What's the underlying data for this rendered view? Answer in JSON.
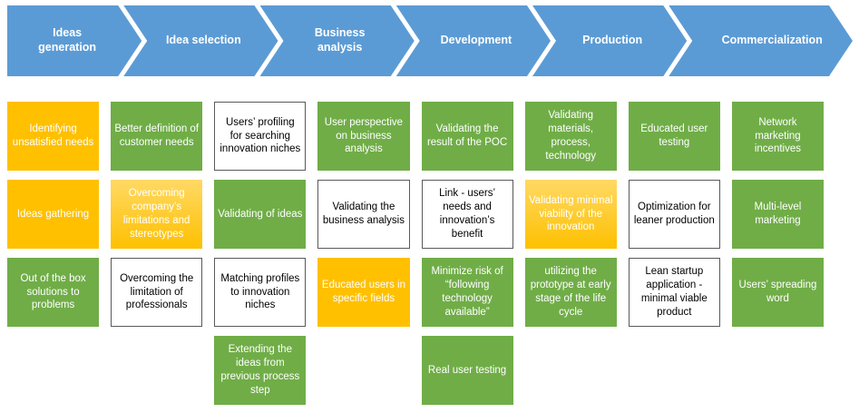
{
  "palette": {
    "step_blue": "#5B9BD5",
    "box_green": "#70AD47",
    "box_gold": "#FFC000",
    "box_gold_light": "#FFD965",
    "white_box_border": "#595959",
    "step_text": "#FFFFFF"
  },
  "steps": [
    {
      "label": "Ideas generation"
    },
    {
      "label": "Idea selection"
    },
    {
      "label": "Business analysis"
    },
    {
      "label": "Development"
    },
    {
      "label": "Production"
    },
    {
      "label": "Commercialization"
    }
  ],
  "columns": [
    {
      "boxes": [
        {
          "text": "Identifying unsatisfied needs",
          "style": "gold"
        },
        {
          "text": "Ideas gathering",
          "style": "gold"
        },
        {
          "text": "Out of the box solutions to problems",
          "style": "green"
        }
      ]
    },
    {
      "boxes": [
        {
          "text": "Better definition of customer needs",
          "style": "green"
        },
        {
          "text": "Overcoming company’s limitations and stereotypes",
          "style": "gold-grad"
        },
        {
          "text": "Overcoming the limitation of professionals",
          "style": "white"
        }
      ]
    },
    {
      "boxes": [
        {
          "text": "Users’ profiling for searching innovation niches",
          "style": "white"
        },
        {
          "text": "Validating of ideas",
          "style": "green"
        },
        {
          "text": "Matching profiles to innovation niches",
          "style": "white"
        },
        {
          "text": "Extending the ideas from previous process step",
          "style": "green"
        }
      ]
    },
    {
      "boxes": [
        {
          "text": "User perspective on business analysis",
          "style": "green"
        },
        {
          "text": "Validating the business analysis",
          "style": "white"
        },
        {
          "text": "Educated users in specific fields",
          "style": "gold"
        }
      ]
    },
    {
      "boxes": [
        {
          "text": "Validating the result of the POC",
          "style": "green"
        },
        {
          "text": "Link - users’ needs and innovation’s benefit",
          "style": "white"
        },
        {
          "text": "Minimize risk of “following technology available”",
          "style": "green"
        },
        {
          "text": "Real user testing",
          "style": "green"
        }
      ]
    },
    {
      "boxes": [
        {
          "text": "Validating materials, process, technology",
          "style": "green"
        },
        {
          "text": "Validating minimal viability of the innovation",
          "style": "gold-grad"
        },
        {
          "text": "utilizing the prototype at early stage of the life cycle",
          "style": "green"
        }
      ]
    },
    {
      "boxes": [
        {
          "text": "Educated user testing",
          "style": "green"
        },
        {
          "text": "Optimization for leaner production",
          "style": "white"
        },
        {
          "text": "Lean startup application - minimal viable product",
          "style": "white"
        }
      ]
    },
    {
      "boxes": [
        {
          "text": "Network marketing incentives",
          "style": "green"
        },
        {
          "text": "Multi-level marketing",
          "style": "green"
        },
        {
          "text": "Users’ spreading word",
          "style": "green"
        }
      ]
    }
  ]
}
